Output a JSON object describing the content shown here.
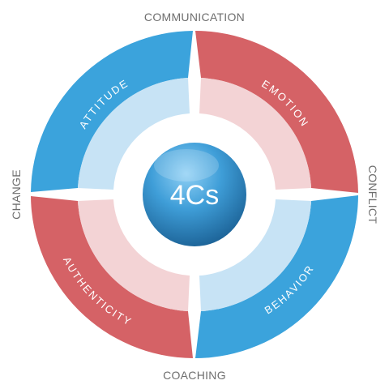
{
  "center": {
    "label": "4Cs"
  },
  "outer_labels": {
    "top": "COMMUNICATION",
    "right": "CONFLICT",
    "bottom": "COACHING",
    "left": "CHANGE"
  },
  "segments": [
    {
      "id": "attitude",
      "label": "ATTITUDE"
    },
    {
      "id": "emotion",
      "label": "EMOTION"
    },
    {
      "id": "behavior",
      "label": "BEHAVIOR"
    },
    {
      "id": "authenticity",
      "label": "AUTHENTICITY"
    }
  ],
  "colors": {
    "blue": "#3ba3dc",
    "blue_light": "#c7e3f5",
    "red": "#d56266",
    "red_light": "#f3d3d5",
    "text_gray": "#6e6e6e"
  }
}
